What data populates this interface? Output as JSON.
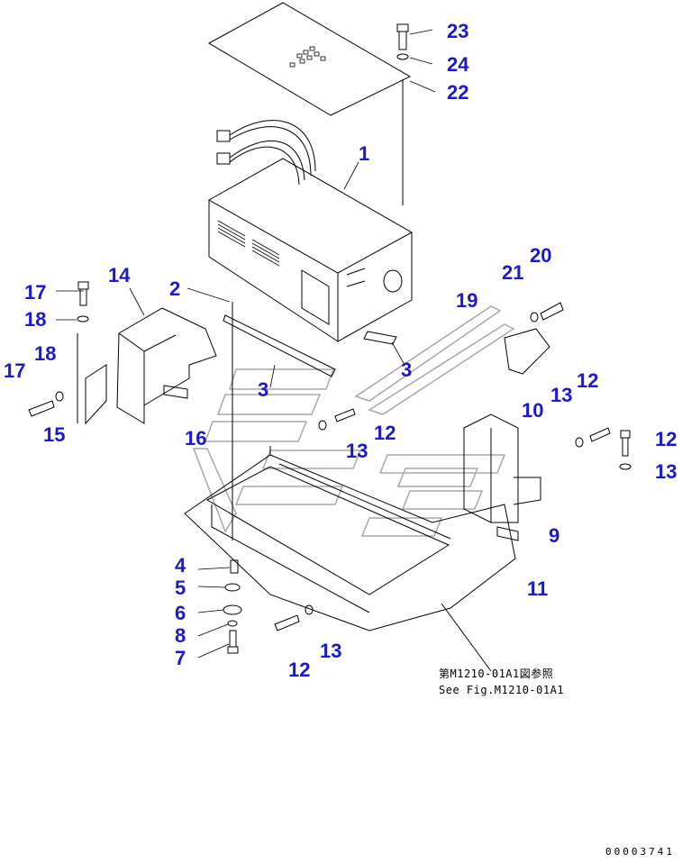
{
  "drawing": {
    "label_color": "#1a1acc",
    "line_color": "#000000",
    "watermark_color": "#a0a0a0",
    "callouts": [
      {
        "id": "c1",
        "text": "1"
      },
      {
        "id": "c2",
        "text": "2"
      },
      {
        "id": "c3a",
        "text": "3"
      },
      {
        "id": "c3b",
        "text": "3"
      },
      {
        "id": "c4",
        "text": "4"
      },
      {
        "id": "c5",
        "text": "5"
      },
      {
        "id": "c6",
        "text": "6"
      },
      {
        "id": "c7",
        "text": "7"
      },
      {
        "id": "c8",
        "text": "8"
      },
      {
        "id": "c9",
        "text": "9"
      },
      {
        "id": "c10",
        "text": "10"
      },
      {
        "id": "c11",
        "text": "11"
      },
      {
        "id": "c12a",
        "text": "12"
      },
      {
        "id": "c12b",
        "text": "12"
      },
      {
        "id": "c12c",
        "text": "12"
      },
      {
        "id": "c12d",
        "text": "12"
      },
      {
        "id": "c13a",
        "text": "13"
      },
      {
        "id": "c13b",
        "text": "13"
      },
      {
        "id": "c13c",
        "text": "13"
      },
      {
        "id": "c13d",
        "text": "13"
      },
      {
        "id": "c14",
        "text": "14"
      },
      {
        "id": "c15",
        "text": "15"
      },
      {
        "id": "c16",
        "text": "16"
      },
      {
        "id": "c17a",
        "text": "17"
      },
      {
        "id": "c17b",
        "text": "17"
      },
      {
        "id": "c18a",
        "text": "18"
      },
      {
        "id": "c18b",
        "text": "18"
      },
      {
        "id": "c19",
        "text": "19"
      },
      {
        "id": "c20",
        "text": "20"
      },
      {
        "id": "c21",
        "text": "21"
      },
      {
        "id": "c22",
        "text": "22"
      },
      {
        "id": "c23",
        "text": "23"
      },
      {
        "id": "c24",
        "text": "24"
      }
    ],
    "reference_note": {
      "line1": "第M1210-01A1図参照",
      "line2": "See Fig.M1210-01A1"
    },
    "drawing_number": "00003741"
  }
}
